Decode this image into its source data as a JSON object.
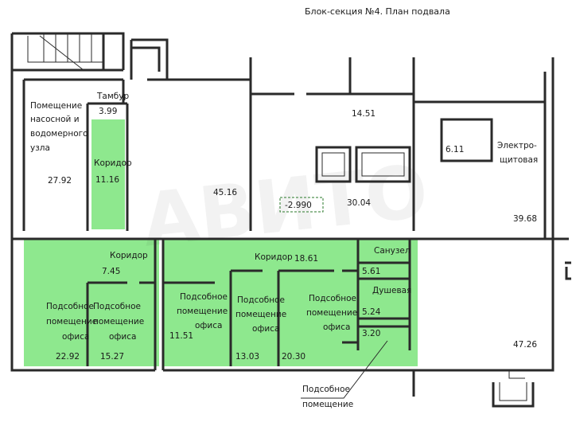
{
  "title": "Блок-секция №4. План подвала",
  "watermark": "АВИТО",
  "colors": {
    "highlight": "#8ee88e",
    "wall": "#2a2a2a",
    "background": "#ffffff"
  },
  "rooms": {
    "pump": {
      "name_lines": [
        "Помещение",
        "насосной и",
        "водомерного",
        "узла"
      ],
      "area": "27.92"
    },
    "tambur": {
      "name": "Тамбур",
      "area": "3.99"
    },
    "corridor_left": {
      "name": "Коридор",
      "area": "11.16"
    },
    "large_middle": {
      "area": "45.16"
    },
    "room_14": {
      "area": "14.51"
    },
    "room_30": {
      "area": "30.04"
    },
    "level_mark": "-2.990",
    "electro": {
      "name_lines": [
        "Электро-",
        "щитовая"
      ],
      "area": "6.11"
    },
    "room_39": {
      "area": "39.68"
    },
    "corridor_mid": {
      "name": "Коридор",
      "area": "7.45"
    },
    "corridor_long": {
      "name": "Коридор",
      "area": "18.61"
    },
    "sanuzel": {
      "name": "Санузел",
      "area": "5.61"
    },
    "dush": {
      "name": "Душевая",
      "area": "5.24"
    },
    "office_a": {
      "name_lines": [
        "Подсобное",
        "помещение",
        "офиса"
      ],
      "area": "22.92"
    },
    "office_b": {
      "name_lines": [
        "Подсобное",
        "помещение",
        "офиса"
      ],
      "area": "15.27"
    },
    "office_c": {
      "name_lines": [
        "Подсобное",
        "помещение",
        "офиса"
      ],
      "area": "11.51"
    },
    "office_d": {
      "name_lines": [
        "Подсобное",
        "помещение",
        "офиса"
      ],
      "area": "13.03"
    },
    "office_e": {
      "name_lines": [
        "Подсобное",
        "помещение",
        "офиса"
      ],
      "area": "20.30"
    },
    "small_room": {
      "area": "3.20"
    },
    "room_47": {
      "area": "47.26"
    },
    "callout": {
      "name_lines": [
        "Подсобное",
        "помещение"
      ]
    }
  }
}
